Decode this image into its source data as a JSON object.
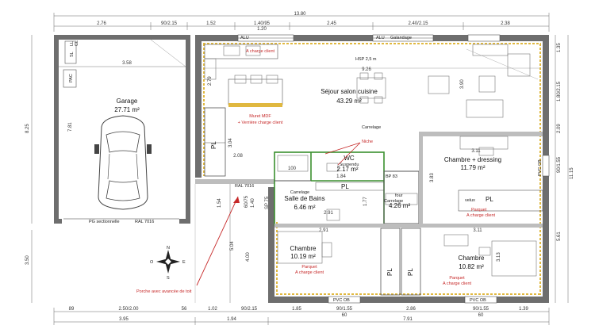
{
  "dimensions": {
    "top_total": "13.80",
    "top_segments": [
      "2.76",
      "90/2.15",
      "1.52",
      "1.40/95",
      "2.45",
      "2.40/2.15",
      "2.38"
    ],
    "top_sub": "1.20",
    "bottom_row1": [
      "89",
      "2.50/2.00",
      "56",
      "1.02",
      "90/2.15",
      "1.85",
      "90/1.55",
      "2.86",
      "90/1.55",
      "1.39"
    ],
    "bottom_row1_sub": [
      "60",
      "60"
    ],
    "bottom_row2": [
      "3.95",
      "1.94",
      "7.91"
    ],
    "left": [
      "8.25",
      "3.50"
    ],
    "left_inner": [
      "7.81"
    ],
    "right": [
      "1.35",
      "1.80/2.15",
      "2.09",
      "90/1.55",
      "11.15",
      "5.61"
    ],
    "interior": [
      "3.58",
      "2.79",
      "9.26",
      "3.90",
      "3.11",
      "3.04",
      "2.08",
      "3.83",
      "1.84",
      "1.77",
      "2.91",
      "2.91",
      "3.11",
      "3.13",
      "5.04",
      "4.00",
      "1.54",
      "60/75",
      "1.40",
      "SP 75",
      "100",
      "1.40",
      "1.20"
    ]
  },
  "rooms": {
    "garage": {
      "name": "Garage",
      "area": "27.71 m²"
    },
    "sejour": {
      "name": "Séjour salon cuisine",
      "area": "43.29 m²"
    },
    "chambre_dressing": {
      "name": "Chambre + dressing",
      "area": "11.79 m²"
    },
    "wc": {
      "name": "WC",
      "sub": "Suspendu",
      "area": "2.17 m²"
    },
    "sdb": {
      "label": "Carrelage",
      "name": "Salle de Bains",
      "area": "6.46 m²"
    },
    "degagement": {
      "label": "Carrelage",
      "area": "4.26 m²",
      "code": "BP 83",
      "other": "four"
    },
    "chambre1": {
      "name": "Chambre",
      "area": "10.19 m²",
      "note1": "Parquet",
      "note2": "A charge client"
    },
    "chambre2": {
      "name": "Chambre",
      "area": "10.82 m²",
      "note1": "Parquet",
      "note2": "A charge client"
    }
  },
  "labels": {
    "alu_left": "ALU",
    "alu_right": "ALU",
    "galandage": "Galandage",
    "acharge_top": "A charge client",
    "hsp": "HSP 2,5 m",
    "carrelage_sejour": "Carrelage",
    "pac": "PAC",
    "sl": "SL",
    "ll": "LL",
    "cl": "CL",
    "pl_garage": "PL",
    "pl_sdb": "PL",
    "pl_chambre": "PL",
    "pl_small1": "PL",
    "pl_small2": "PL",
    "velux": "velux",
    "pvc_ob_right1": "PVC OB",
    "pvc_ob_bottom1": "PVC OB",
    "pvc_ob_bottom2": "PVC OB",
    "ral_garage": "RAL 7016",
    "pg_sectionnelle": "PG sectionnelle",
    "ral_porch": "RAL 7016",
    "parquet_dressing": "Parquet",
    "acharge_dressing": "A charge client",
    "compass_n": "N",
    "compass_s": "S",
    "compass_e": "E",
    "compass_o": "O"
  },
  "annotations": {
    "muret": "Muret MDF",
    "verriere": "+ Verrière charge client",
    "niche": "Niche",
    "porche": "Porche avec avancée de toit"
  },
  "colors": {
    "wall_dark": "#6e6e6e",
    "insulation": "#e0b840",
    "accent_red": "#c62828",
    "green_outline": "#3a8f2e"
  }
}
